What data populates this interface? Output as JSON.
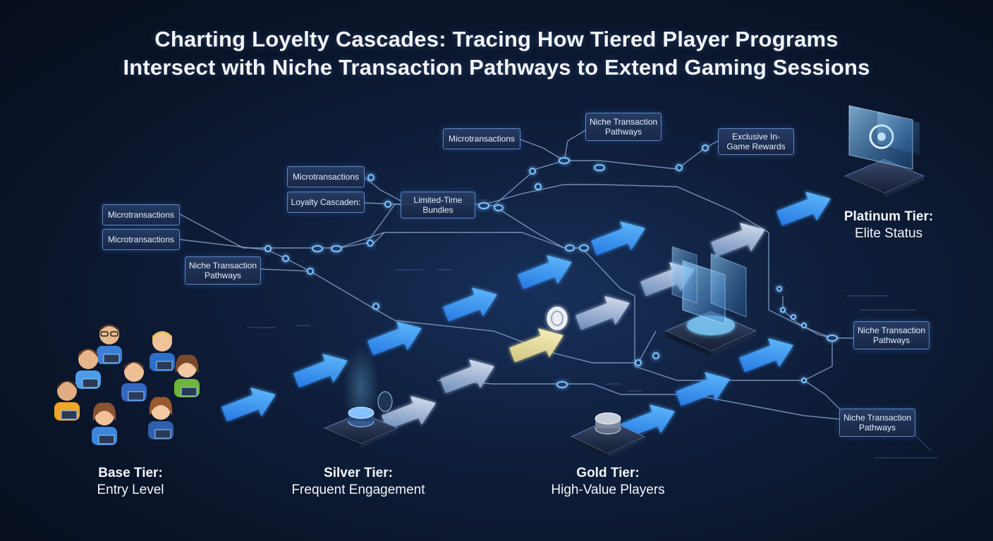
{
  "title": {
    "line1": "Charting Loyelty Cascades: Tracing How Tiered Player Programs",
    "line2": "Intersect with Niche Transaction Pathways to Extend Gaming Sessions"
  },
  "tiers": [
    {
      "name": "Base Tier:",
      "desc": "Entry Level"
    },
    {
      "name": "Silver Tier:",
      "desc": "Frequent Engagement"
    },
    {
      "name": "Gold Tier:",
      "desc": "High-Value Players"
    },
    {
      "name": "Platinum Tier:",
      "desc": "Elite Status"
    }
  ],
  "labels": [
    {
      "text": "Microtransactions"
    },
    {
      "text": "Microtransactions"
    },
    {
      "text": "Niche Transaction Pathways"
    },
    {
      "text": "Microtransactions"
    },
    {
      "text": "Loyalty Cascaden:"
    },
    {
      "text": "Limited-Time Bundles"
    },
    {
      "text": "Microtransactions"
    },
    {
      "text": "Niche Transaction Pathways"
    },
    {
      "text": "Exclusive In-Game Rewards"
    },
    {
      "text": "Niche Transaction Pathways"
    },
    {
      "text": "Niche Transaction Pathways"
    }
  ],
  "colors": {
    "background": "#0b1326",
    "arrow_blue": "#2f8fff",
    "arrow_light": "#cfd9ea",
    "arrow_gold": "#f2e4a0",
    "line": "#9fb7d9",
    "node": "#3aa7ff"
  },
  "icons": {
    "players": "players-group-icon",
    "silver": "coin-pedestal-icon",
    "gold": "coin-pedestal-icon",
    "hub": "holographic-hub-icon",
    "platinum": "holographic-device-icon"
  }
}
